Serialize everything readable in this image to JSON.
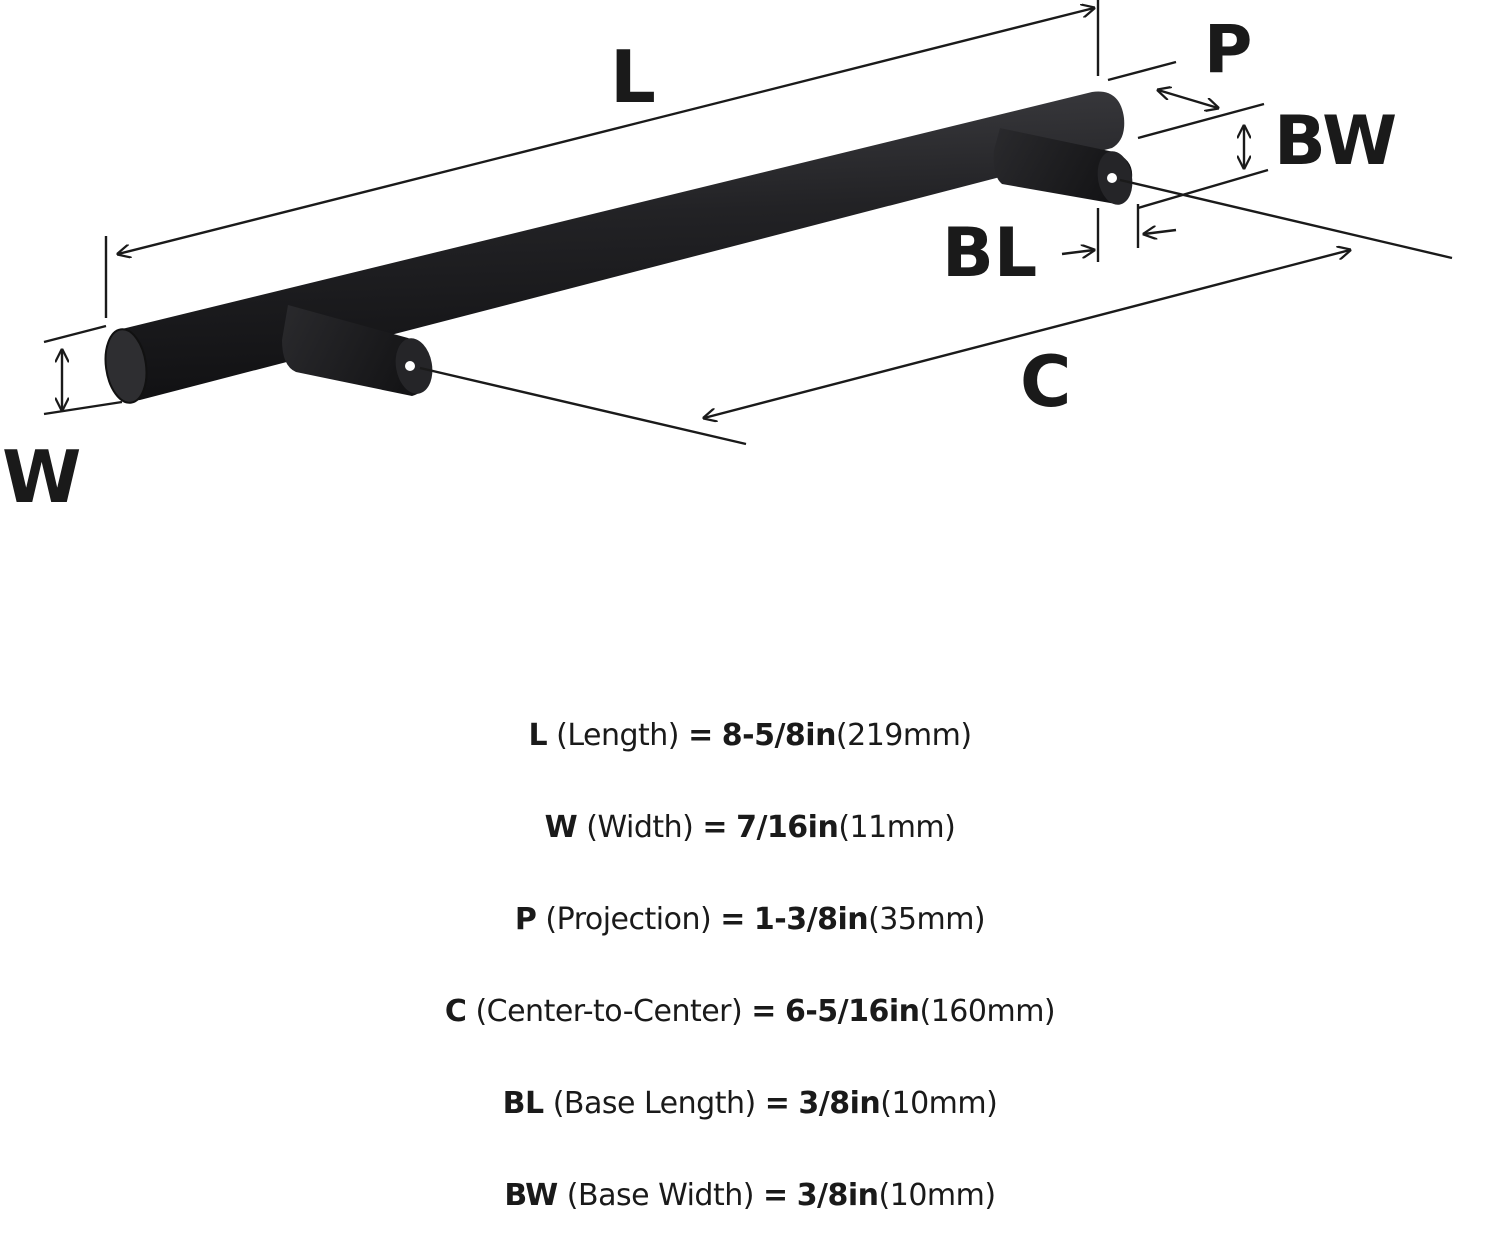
{
  "diagram": {
    "labels": {
      "length": "L",
      "projection": "P",
      "base_width": "BW",
      "base_length": "BL",
      "center_to_center": "C",
      "width": "W"
    },
    "colors": {
      "handle_dark": "#1c1c1e",
      "handle_light": "#3c3c40",
      "line": "#1a1a1a"
    }
  },
  "specs": [
    {
      "code": "L",
      "name": "(Length)",
      "eq": "=",
      "imperial": "8-5/8in",
      "metric": "(219mm)"
    },
    {
      "code": "W",
      "name": "(Width)",
      "eq": "=",
      "imperial": "7/16in",
      "metric": "(11mm)"
    },
    {
      "code": "P",
      "name": "(Projection)",
      "eq": "=",
      "imperial": "1-3/8in",
      "metric": "(35mm)"
    },
    {
      "code": "C",
      "name": "(Center-to-Center)",
      "eq": "=",
      "imperial": "6-5/16in",
      "metric": "(160mm)"
    },
    {
      "code": "BL",
      "name": "(Base Length)",
      "eq": "=",
      "imperial": "3/8in",
      "metric": "(10mm)"
    },
    {
      "code": "BW",
      "name": "(Base Width)",
      "eq": "=",
      "imperial": "3/8in",
      "metric": "(10mm)"
    }
  ]
}
